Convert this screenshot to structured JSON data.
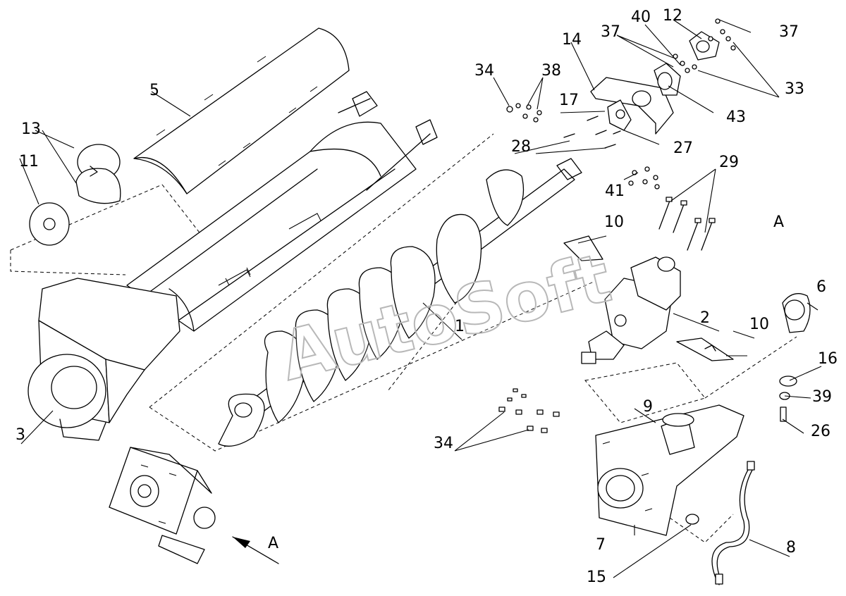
{
  "watermark": "AutoSoft",
  "callouts": [
    "1",
    "2",
    "3",
    "5",
    "6",
    "7",
    "8",
    "9",
    "10",
    "10",
    "11",
    "12",
    "13",
    "14",
    "15",
    "16",
    "17",
    "26",
    "27",
    "28",
    "29",
    "33",
    "34",
    "34",
    "37",
    "37",
    "38",
    "39",
    "40",
    "41",
    "43"
  ],
  "view_labels": [
    "A",
    "A"
  ],
  "colors": {
    "line": "#000000",
    "watermark_stroke": "#b8b8b8",
    "background": "#ffffff"
  }
}
